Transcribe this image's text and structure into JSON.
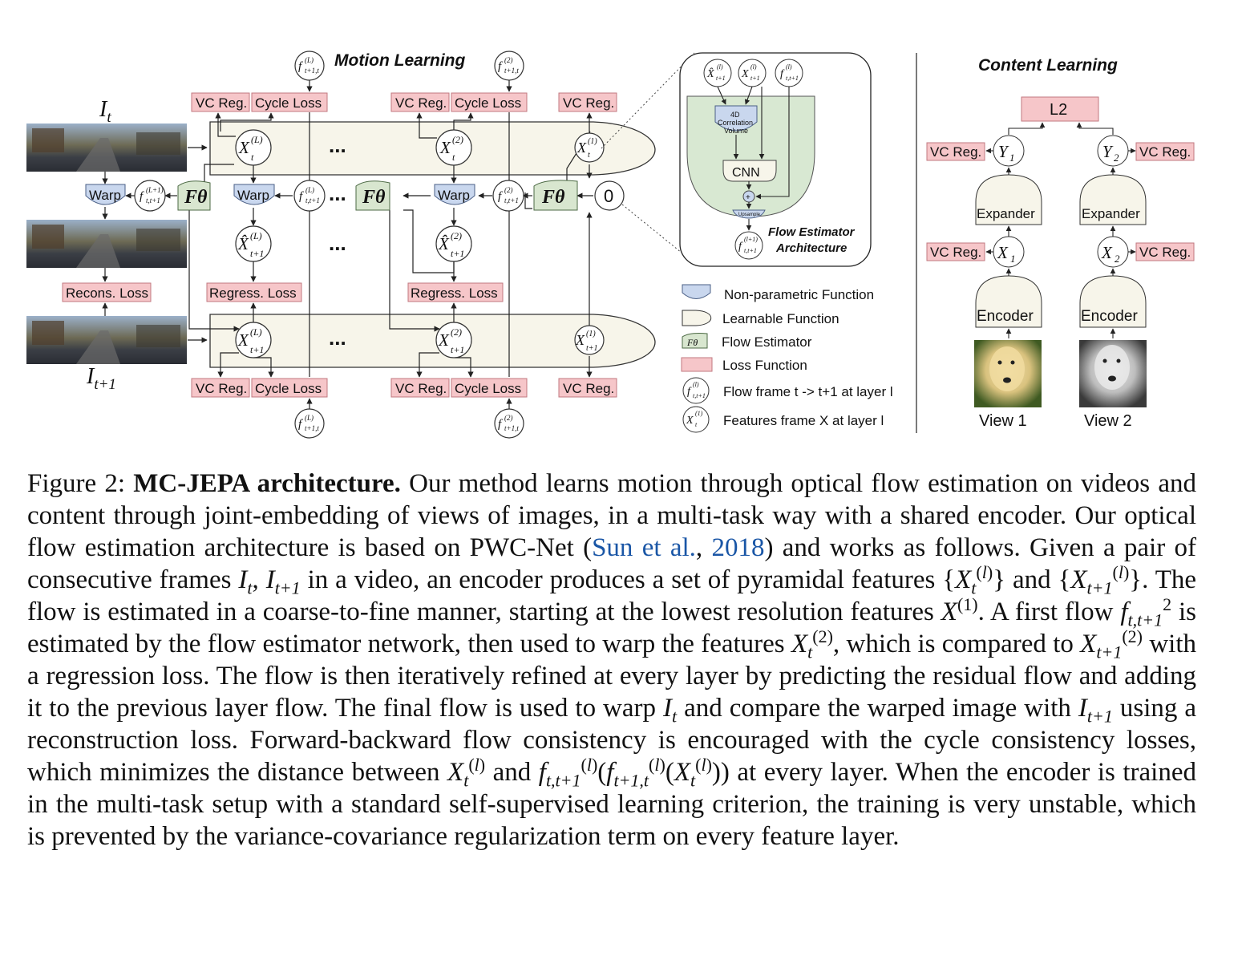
{
  "figure": {
    "motion_title": "Motion Learning",
    "content_title": "Content Learning",
    "frame_top_label": "I",
    "frame_top_sub": "t",
    "frame_bottom_label": "I",
    "frame_bottom_sub": "t+1",
    "vc_reg": "VC Reg.",
    "cycle_loss": "Cycle Loss",
    "recons_loss": "Recons. Loss",
    "regress_loss": "Regress. Loss",
    "warp": "Warp",
    "ellipsis": "...",
    "flow_estimator_symbol": "Fθ",
    "zero": "0",
    "flow_arch_title_1": "Flow Estimator",
    "flow_arch_title_2": "Architecture",
    "corr_volume_1": "4D",
    "corr_volume_2": "Correlation",
    "corr_volume_3": "Volume",
    "cnn": "CNN",
    "upsample": "Upsample",
    "plus": "+",
    "l2": "L2",
    "expander": "Expander",
    "encoder": "Encoder",
    "view1": "View 1",
    "view2": "View 2",
    "legend": [
      "Non-parametric Function",
      "Learnable Function",
      "Flow Estimator",
      "Loss Function",
      "Flow frame t -> t+1 at layer l",
      "Features frame X at layer l"
    ],
    "colors": {
      "loss_fill": "#f6c6c9",
      "loss_stroke": "#c27880",
      "learnable_fill": "#f7f5ea",
      "flow_fill": "#d8e6cf",
      "flow_stroke": "#4d6a45",
      "warp_fill": "#c9d7ee",
      "warp_stroke": "#4a5f86",
      "estimator_bg": "#d8e8d2"
    }
  },
  "caption": {
    "prefix": "Figure 2: ",
    "lead": "MC-JEPA architecture.",
    "t1": " Our method learns motion through optical flow estimation on videos and content through joint-embedding of views of images, in a multi-task way with a shared encoder. Our optical flow estimation architecture is based on PWC-Net (",
    "cite_author": "Sun et al.",
    "cite_sep": ", ",
    "cite_year": "2018",
    "t2": ") and works as follows. Given a pair of consecutive frames ",
    "t3": " in a video, an encoder produces a set of pyramidal features ",
    "t4": ". The flow is estimated in a coarse-to-fine manner, starting at the lowest resolution features ",
    "t5": ". A first flow ",
    "t6": " is estimated by the flow estimator network, then used to warp the features ",
    "t7": ", which is compared to ",
    "t8": " with a regression loss. The flow is then iteratively refined at every layer by predicting the residual flow and adding it to the previous layer flow. The final flow is used to warp ",
    "t9": " and compare the warped image with ",
    "t10": " using a reconstruction loss. Forward-backward flow consistency is encouraged with the cycle consistency losses, which minimizes the distance between ",
    "t11": " and ",
    "t12": " at every layer. When the encoder is trained in the multi-task setup with a standard self-supervised learning criterion, the training is very unstable, which is prevented by the variance-covariance regularization term on every feature layer."
  }
}
